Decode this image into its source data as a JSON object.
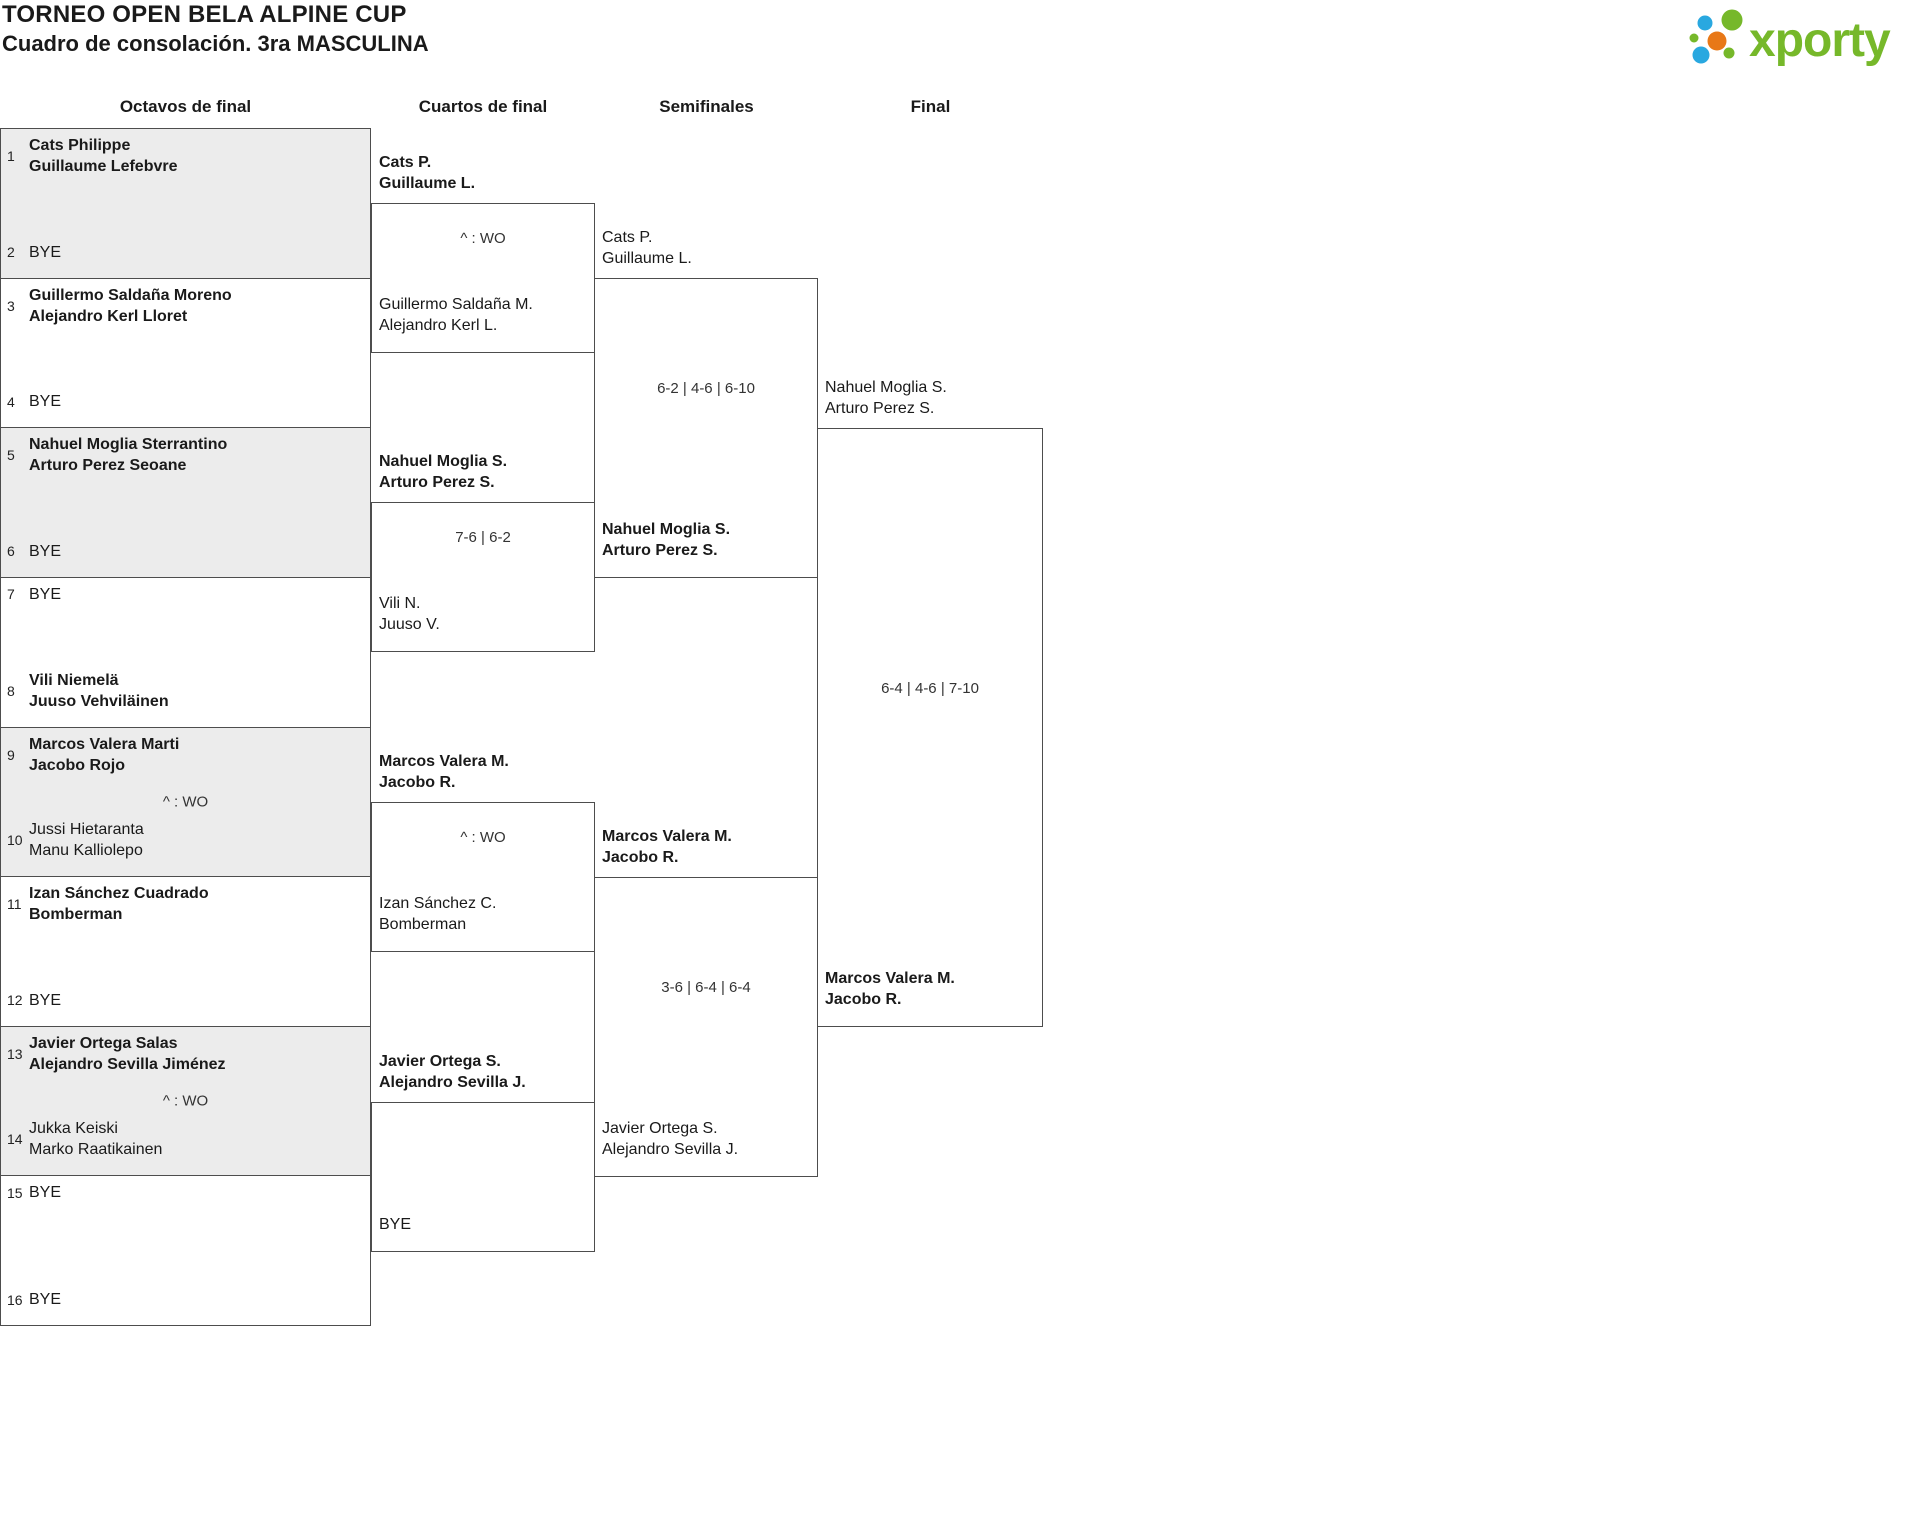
{
  "page": {
    "title": "TORNEO OPEN BELA ALPINE CUP",
    "subtitle": "Cuadro de consolación. 3ra MASCULINA"
  },
  "logo": {
    "text": "xporty",
    "green": "#76b82a",
    "blue": "#29a8e0",
    "orange": "#e87817"
  },
  "round_headers": {
    "0": "Octavos de final",
    "1": "Cuartos de final",
    "2": "Semifinales",
    "3": "Final"
  },
  "bracket": {
    "r16": [
      {
        "top_seed": "1",
        "top_name": "Cats Philippe\nGuillaume Lefebvre",
        "bottom_seed": "2",
        "bottom_name": "BYE",
        "score": ""
      },
      {
        "top_seed": "3",
        "top_name": "Guillermo Saldaña Moreno\nAlejandro Kerl Lloret",
        "bottom_seed": "4",
        "bottom_name": "BYE",
        "score": ""
      },
      {
        "top_seed": "5",
        "top_name": "Nahuel Moglia Sterrantino\nArturo Perez Seoane",
        "bottom_seed": "6",
        "bottom_name": "BYE",
        "score": ""
      },
      {
        "top_seed": "7",
        "top_name": "BYE",
        "bottom_seed": "8",
        "bottom_name": "Vili Niemelä\nJuuso Vehviläinen",
        "score": ""
      },
      {
        "top_seed": "9",
        "top_name": "Marcos Valera Marti\nJacobo Rojo",
        "bottom_seed": "10",
        "bottom_name": "Jussi Hietaranta\nManu Kalliolepo",
        "score": "^ : WO"
      },
      {
        "top_seed": "11",
        "top_name": "Izan Sánchez Cuadrado\nBomberman",
        "bottom_seed": "12",
        "bottom_name": "BYE",
        "score": ""
      },
      {
        "top_seed": "13",
        "top_name": "Javier Ortega Salas\nAlejandro Sevilla Jiménez",
        "bottom_seed": "14",
        "bottom_name": "Jukka Keiski\nMarko Raatikainen",
        "score": "^ : WO"
      },
      {
        "top_seed": "15",
        "top_name": "BYE",
        "bottom_seed": "16",
        "bottom_name": "BYE",
        "score": ""
      }
    ],
    "quarterfinals": [
      {
        "top_name": "Cats P.\nGuillaume L.",
        "bottom_name": "Guillermo Saldaña M.\nAlejandro Kerl L.",
        "score": "^ : WO"
      },
      {
        "top_name": "Nahuel Moglia S.\nArturo Perez S.",
        "bottom_name": "Vili N.\nJuuso V.",
        "score": "7-6 | 6-2"
      },
      {
        "top_name": "Marcos Valera M.\nJacobo R.",
        "bottom_name": "Izan Sánchez C.\nBomberman",
        "score": "^ : WO"
      },
      {
        "top_name": "Javier Ortega S.\nAlejandro Sevilla J.",
        "bottom_name": "BYE",
        "score": ""
      }
    ],
    "semifinals": [
      {
        "top_name": "Cats P.\nGuillaume L.",
        "bottom_name": "Nahuel Moglia S.\nArturo Perez S.",
        "score": "6-2 | 4-6 | 6-10"
      },
      {
        "top_name": "Marcos Valera M.\nJacobo R.",
        "bottom_name": "Javier Ortega S.\nAlejandro Sevilla J.",
        "score": "3-6 | 6-4 | 6-4"
      }
    ],
    "final": {
      "top_name": "Nahuel Moglia S.\nArturo Perez S.",
      "bottom_name": "Marcos Valera M.\nJacobo R.",
      "score": "6-4 | 4-6 | 7-10"
    }
  }
}
